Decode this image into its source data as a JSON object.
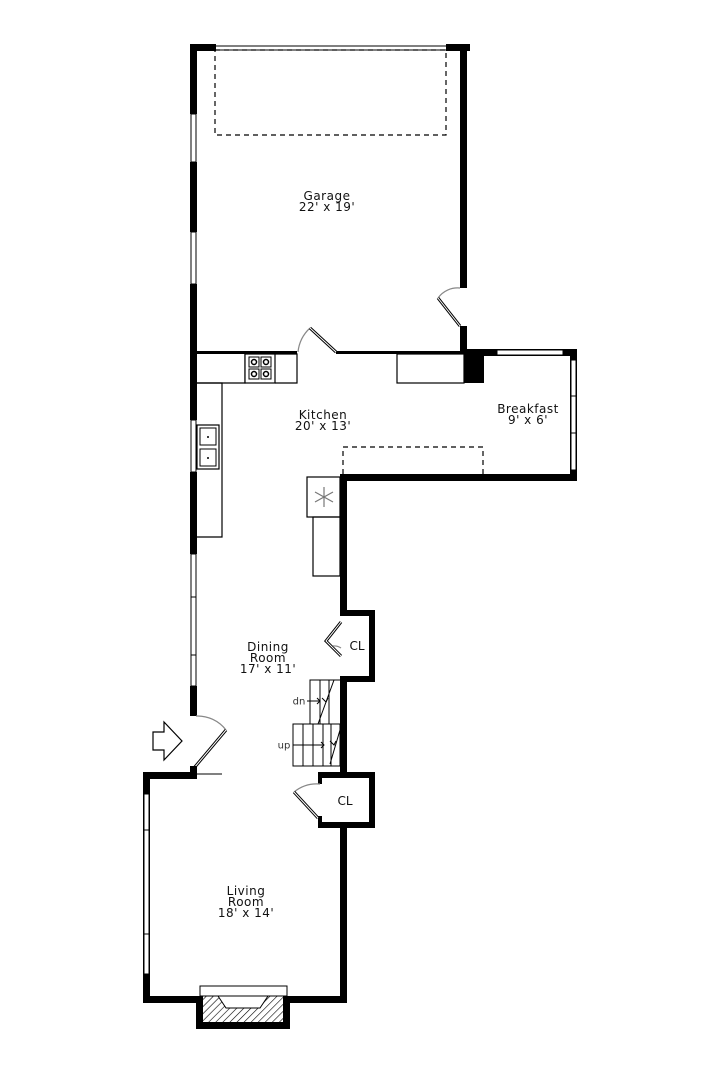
{
  "floorplan": {
    "rooms": [
      {
        "id": "garage",
        "name": "Garage",
        "dims": "22' x 19'"
      },
      {
        "id": "kitchen",
        "name": "Kitchen",
        "dims": "20' x 13'"
      },
      {
        "id": "breakfast",
        "name": "Breakfast",
        "dims": "9' x 6'"
      },
      {
        "id": "dining",
        "name_line1": "Dining",
        "name_line2": "Room",
        "dims": "17' x 11'"
      },
      {
        "id": "living",
        "name_line1": "Living",
        "name_line2": "Room",
        "dims": "18' x 14'"
      }
    ],
    "closets": [
      {
        "label": "CL"
      },
      {
        "label": "CL"
      }
    ],
    "stairs": {
      "down_label": "dn",
      "up_label": "up"
    },
    "icons": [
      "entry-arrow-icon",
      "range-cooktop-icon",
      "double-sink-icon",
      "refrigerator-snowflake-icon",
      "fireplace-icon"
    ],
    "colors": {
      "wall": "#000000",
      "background": "#ffffff",
      "door_swing": "#888888"
    }
  }
}
